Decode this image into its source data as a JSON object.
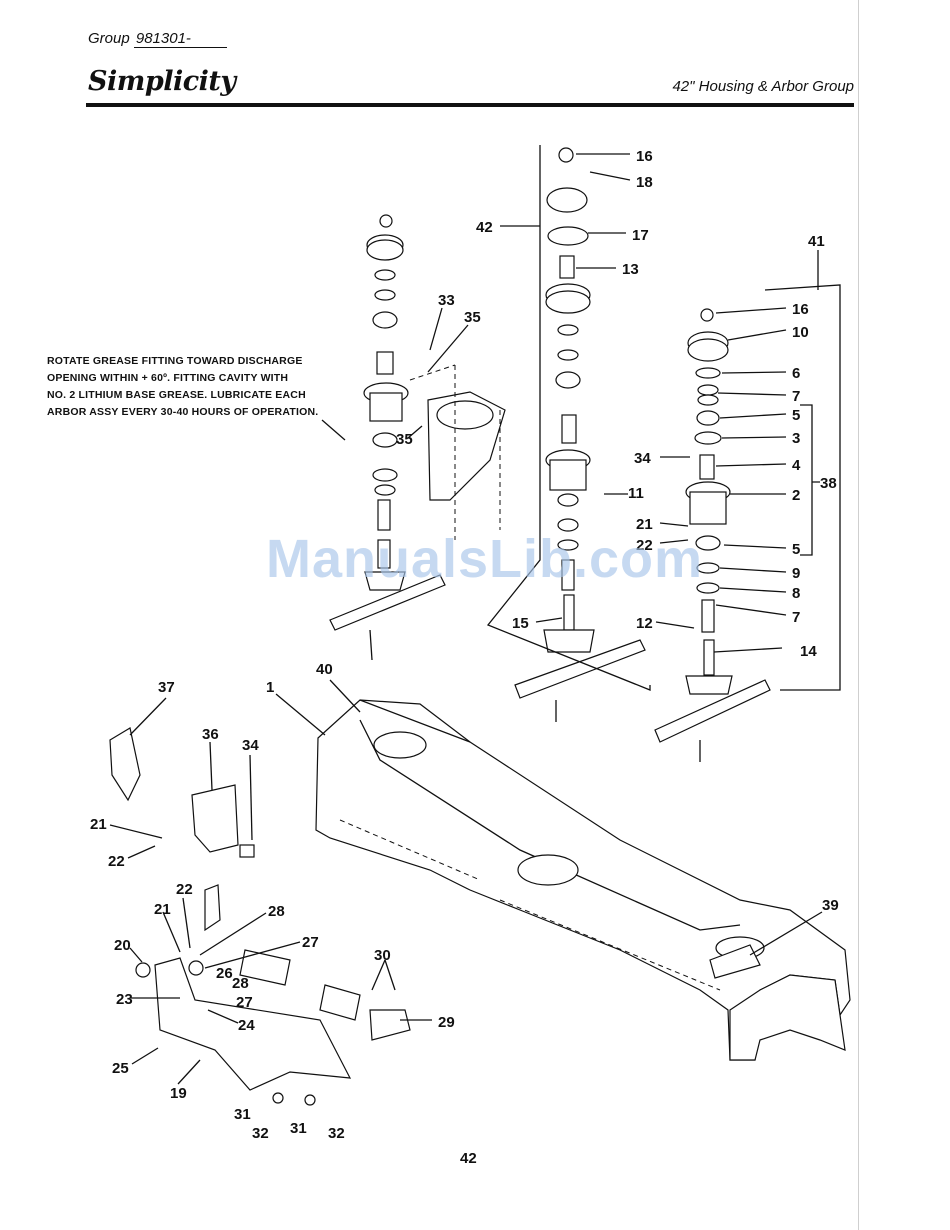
{
  "header": {
    "group_label": "Group",
    "group_number": "981301-",
    "brand": "Simplicity",
    "title": "42\" Housing & Arbor Group"
  },
  "note": {
    "lines": [
      "ROTATE GREASE FITTING TOWARD DISCHARGE",
      "OPENING WITHIN + 60º. FITTING CAVITY WITH",
      "NO. 2 LITHIUM BASE GREASE. LUBRICATE EACH",
      "ARBOR ASSY EVERY 30-40 HOURS OF OPERATION."
    ]
  },
  "callouts": [
    "16",
    "18",
    "42",
    "17",
    "13",
    "41",
    "16",
    "10",
    "33",
    "35",
    "6",
    "7",
    "5",
    "3",
    "34",
    "4",
    "11",
    "38",
    "2",
    "35",
    "21",
    "22",
    "5",
    "9",
    "8",
    "7",
    "15",
    "12",
    "14",
    "37",
    "1",
    "40",
    "36",
    "34",
    "21",
    "22",
    "39",
    "22",
    "21",
    "28",
    "27",
    "20",
    "26",
    "28",
    "23",
    "27",
    "24",
    "30",
    "29",
    "25",
    "19",
    "31",
    "32",
    "31",
    "32"
  ],
  "page_number": "42",
  "watermark": "ManualsLib.com"
}
